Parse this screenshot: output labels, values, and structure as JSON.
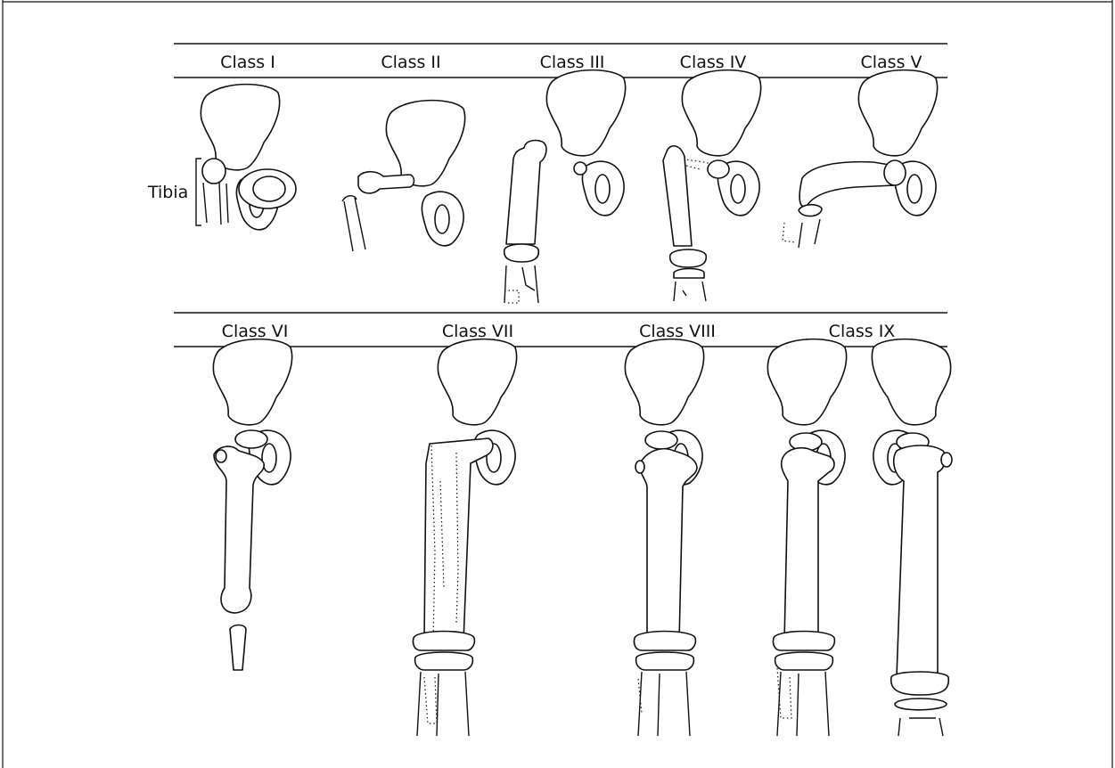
{
  "figure": {
    "class_labels": [
      "Class I",
      "Class II",
      "Class III",
      "Class IV",
      "Class V",
      "Class VI",
      "Class VII",
      "Class VIII",
      "Class IX"
    ],
    "tibia_label": "Tibia"
  }
}
